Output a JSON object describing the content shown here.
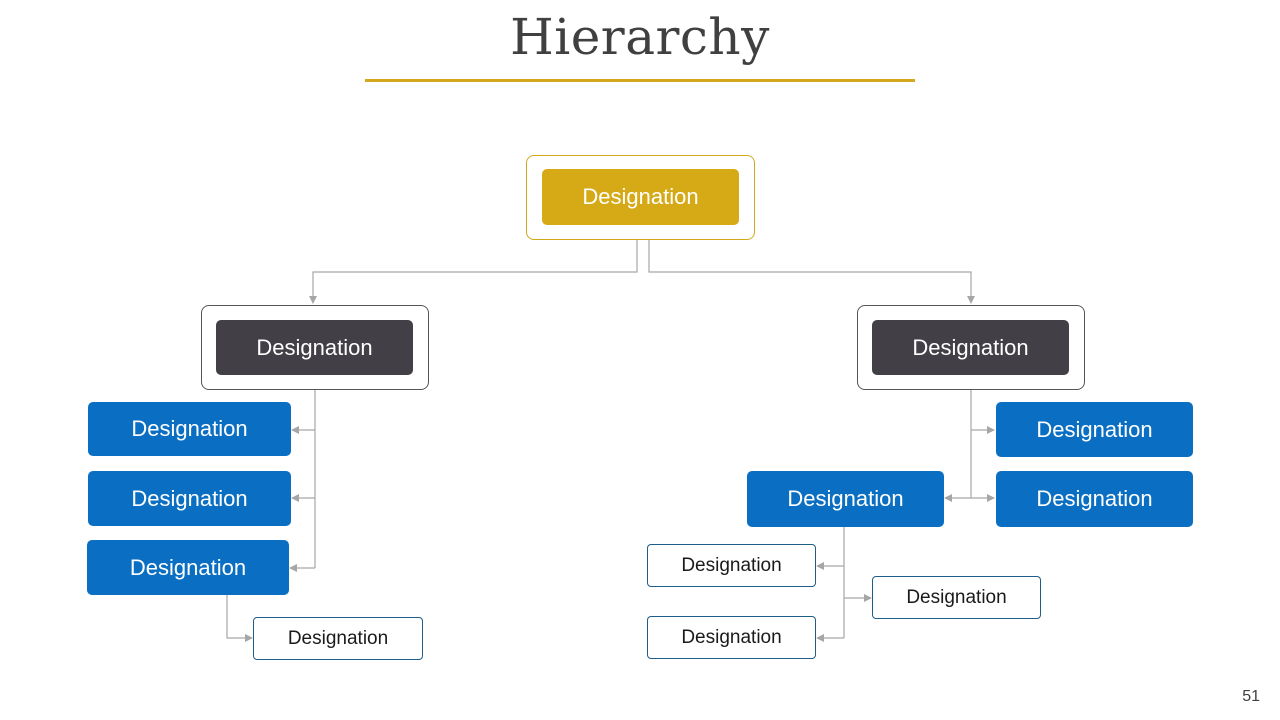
{
  "slide": {
    "title": "Hierarchy",
    "page_number": "51"
  },
  "colors": {
    "gold": "#d6a917",
    "dark": "#433f47",
    "blue": "#0a6fc2",
    "outline": "#1f5d8a",
    "connector": "#a6a6a6"
  },
  "nodes": {
    "root": "Designation",
    "left_manager": "Designation",
    "right_manager": "Designation",
    "left_child_1": "Designation",
    "left_child_2": "Designation",
    "left_child_3": "Designation",
    "left_sub_1": "Designation",
    "right_child_1": "Designation",
    "right_child_2": "Designation",
    "right_child_3": "Designation",
    "right_sub_1": "Designation",
    "right_sub_2": "Designation",
    "right_sub_3": "Designation"
  }
}
